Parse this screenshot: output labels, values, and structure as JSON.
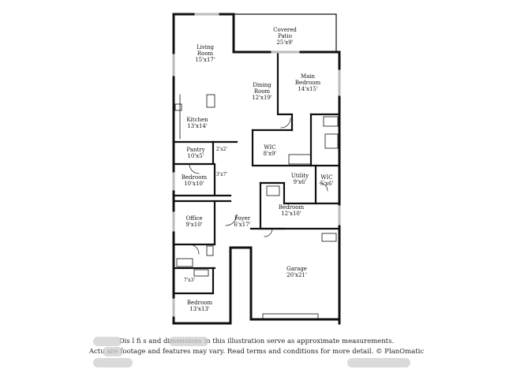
{
  "rooms": {
    "patio": {
      "name": "Covered\nPatio",
      "dims": "25'x9'"
    },
    "living": {
      "name": "Living\nRoom",
      "dims": "15'x17'"
    },
    "dining": {
      "name": "Dining\nRoom",
      "dims": "12'x19'"
    },
    "main_bedroom": {
      "name": "Main\nBedroom",
      "dims": "14'x15'"
    },
    "kitchen": {
      "name": "Kitchen",
      "dims": "13'x14'"
    },
    "wic_main": {
      "name": "WIC",
      "dims": "8'x9'"
    },
    "pantry": {
      "name": "Pantry",
      "dims": "10'x5'"
    },
    "bedroom_2": {
      "name": "Bedroom",
      "dims": "10'x10'"
    },
    "utility": {
      "name": "Utility",
      "dims": "9'x6'"
    },
    "wic_small": {
      "name": "WIC",
      "dims": "5'x6'"
    },
    "bedroom_3": {
      "name": "Bedroom",
      "dims": "12'x10'"
    },
    "office": {
      "name": "Office",
      "dims": "9'x10'"
    },
    "foyer": {
      "name": "Foyer",
      "dims": "6'x17'"
    },
    "garage": {
      "name": "Garage",
      "dims": "20'x21'"
    },
    "bedroom_4": {
      "name": "Bedroom",
      "dims": "13'x13'"
    }
  },
  "small_labels": {
    "closet_a": "2'x2'",
    "closet_b": "3'x7'",
    "bath": "7'x3'"
  },
  "disclaimer": {
    "line1": "Dis     l   fi     s and dimensions in this illustration serve as approximate measurements.",
    "line2": "Actu     are footage and features may vary. Read terms and conditions for more detail. © PlanOmatic"
  }
}
